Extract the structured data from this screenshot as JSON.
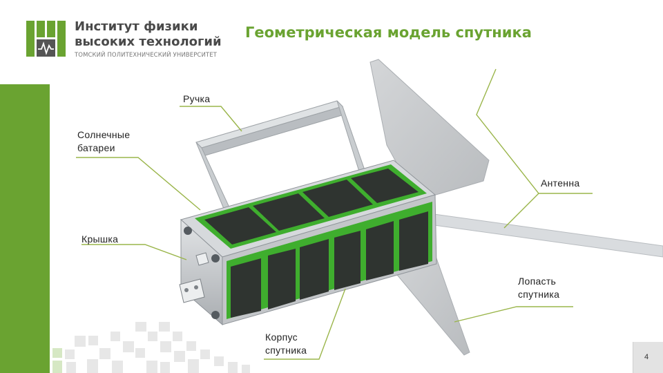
{
  "logo": {
    "title_line1": "Институт физики",
    "title_line2": "высоких технологий",
    "subtitle": "ТОМСКИЙ ПОЛИТЕХНИЧЕСКИЙ УНИВЕРСИТЕТ",
    "mark_icon": "institute-logo-icon"
  },
  "slide": {
    "title": "Геометрическая модель спутника",
    "page_number": "4"
  },
  "labels": {
    "handle": "Ручка",
    "solar_line1": "Солнечные",
    "solar_line2": "батареи",
    "antenna": "Антенна",
    "lid": "Крышка",
    "blade_line1": "Лопасть",
    "blade_line2": "спутника",
    "body_line1": "Корпус",
    "body_line2": "спутника"
  },
  "colors": {
    "accent_green": "#6aa331",
    "leader_line": "#9ab54a",
    "panel_dark": "#2f3430",
    "panel_frame": "#3fae2e",
    "frame_gray": "#c8cacc",
    "pixel_gray": "#e6e6e6"
  }
}
